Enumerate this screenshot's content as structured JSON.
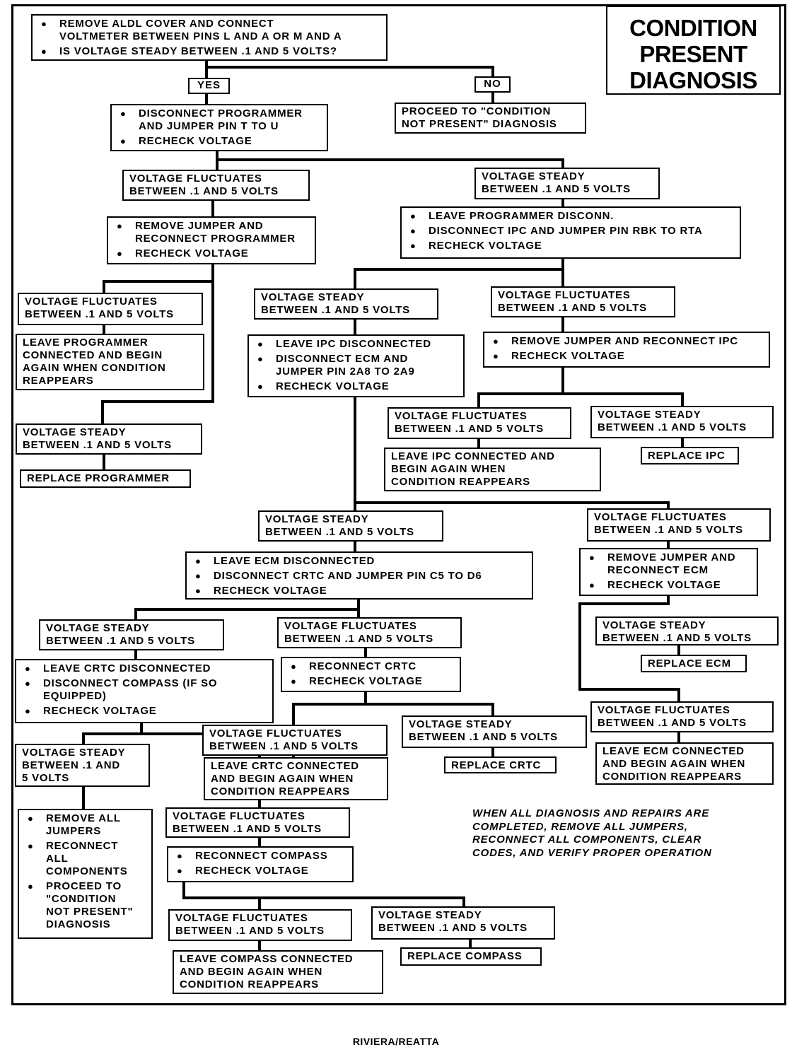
{
  "title": {
    "lines": [
      "CONDITION",
      "PRESENT",
      "DIAGNOSIS"
    ]
  },
  "footer": "RIVIERA/REATTA",
  "final_note": [
    "WHEN ALL DIAGNOSIS AND REPAIRS ARE",
    "COMPLETED, REMOVE ALL JUMPERS,",
    "RECONNECT ALL COMPONENTS, CLEAR",
    "CODES, AND VERIFY PROPER OPERATION"
  ],
  "labels": {
    "yes": "YES",
    "no": "NO"
  },
  "nodes": {
    "start": [
      [
        "REMOVE ALDL COVER AND CONNECT",
        "VOLTMETER BETWEEN PINS L AND A OR M AND A"
      ],
      [
        "IS VOLTAGE STEADY BETWEEN .1 AND 5 VOLTS?"
      ]
    ],
    "not_present": [
      "PROCEED TO \"CONDITION",
      "NOT PRESENT\" DIAGNOSIS"
    ],
    "disc_prog": [
      [
        "DISCONNECT PROGRAMMER",
        "AND JUMPER PIN T TO U"
      ],
      [
        "RECHECK VOLTAGE"
      ]
    ],
    "vf1": [
      "VOLTAGE FLUCTUATES",
      "BETWEEN .1 AND 5 VOLTS"
    ],
    "vs1": [
      "VOLTAGE STEADY",
      "BETWEEN .1 AND 5 VOLTS"
    ],
    "rem_jump_prog": [
      [
        "REMOVE JUMPER AND",
        "RECONNECT PROGRAMMER"
      ],
      [
        "RECHECK VOLTAGE"
      ]
    ],
    "leave_prog": [
      [
        "LEAVE PROGRAMMER DISCONN."
      ],
      [
        "DISCONNECT IPC AND JUMPER PIN RBK TO RTA"
      ],
      [
        "RECHECK VOLTAGE"
      ]
    ],
    "vf2": [
      "VOLTAGE FLUCTUATES",
      "BETWEEN .1 AND 5 VOLTS"
    ],
    "leave_prog_conn": [
      "LEAVE PROGRAMMER",
      "CONNECTED AND BEGIN",
      "AGAIN WHEN CONDITION",
      "REAPPEARS"
    ],
    "vs2": [
      "VOLTAGE STEADY",
      "BETWEEN .1 AND 5 VOLTS"
    ],
    "rep_prog": [
      "REPLACE PROGRAMMER"
    ],
    "vs3": [
      "VOLTAGE STEADY",
      "BETWEEN .1 AND 5 VOLTS"
    ],
    "vf3": [
      "VOLTAGE FLUCTUATES",
      "BETWEEN .1 AND 5 VOLTS"
    ],
    "leave_ipc": [
      [
        "LEAVE IPC DISCONNECTED"
      ],
      [
        "DISCONNECT ECM AND",
        "JUMPER PIN 2A8 TO 2A9"
      ],
      [
        "RECHECK VOLTAGE"
      ]
    ],
    "rem_jump_ipc": [
      [
        "REMOVE JUMPER AND RECONNECT IPC"
      ],
      [
        "RECHECK VOLTAGE"
      ]
    ],
    "vf4": [
      "VOLTAGE FLUCTUATES",
      "BETWEEN .1 AND 5 VOLTS"
    ],
    "vs4": [
      "VOLTAGE STEADY",
      "BETWEEN .1 AND 5 VOLTS"
    ],
    "leave_ipc_conn": [
      "LEAVE IPC CONNECTED AND",
      "BEGIN AGAIN WHEN",
      "CONDITION REAPPEARS"
    ],
    "rep_ipc": [
      "REPLACE IPC"
    ],
    "vs5": [
      "VOLTAGE STEADY",
      "BETWEEN .1 AND 5 VOLTS"
    ],
    "vf5": [
      "VOLTAGE FLUCTUATES",
      "BETWEEN .1 AND 5 VOLTS"
    ],
    "leave_ecm": [
      [
        "LEAVE ECM DISCONNECTED"
      ],
      [
        "DISCONNECT CRTC AND JUMPER PIN C5 TO D6"
      ],
      [
        "RECHECK VOLTAGE"
      ]
    ],
    "rem_jump_ecm": [
      [
        "REMOVE JUMPER AND",
        "RECONNECT ECM"
      ],
      [
        "RECHECK VOLTAGE"
      ]
    ],
    "vs6": [
      "VOLTAGE STEADY",
      "BETWEEN .1 AND 5 VOLTS"
    ],
    "vf6": [
      "VOLTAGE FLUCTUATES",
      "BETWEEN .1 AND 5 VOLTS"
    ],
    "vs_ecm": [
      "VOLTAGE STEADY",
      "BETWEEN .1 AND 5 VOLTS"
    ],
    "rep_ecm": [
      "REPLACE ECM"
    ],
    "leave_crtc": [
      [
        "LEAVE CRTC DISCONNECTED"
      ],
      [
        "DISCONNECT COMPASS (IF SO",
        "EQUIPPED)"
      ],
      [
        "RECHECK VOLTAGE"
      ]
    ],
    "reconn_crtc": [
      [
        "RECONNECT CRTC"
      ],
      [
        "RECHECK VOLTAGE"
      ]
    ],
    "vf_ecm": [
      "VOLTAGE FLUCTUATES",
      "BETWEEN .1 AND 5 VOLTS"
    ],
    "leave_ecm_conn": [
      "LEAVE ECM CONNECTED",
      "AND BEGIN AGAIN WHEN",
      "CONDITION REAPPEARS"
    ],
    "vf7": [
      "VOLTAGE FLUCTUATES",
      "BETWEEN .1 AND 5 VOLTS"
    ],
    "vs7": [
      "VOLTAGE STEADY",
      "BETWEEN .1 AND 5 VOLTS"
    ],
    "leave_crtc_conn": [
      "LEAVE CRTC CONNECTED",
      "AND BEGIN AGAIN WHEN",
      "CONDITION REAPPEARS"
    ],
    "rep_crtc": [
      "REPLACE CRTC"
    ],
    "vs8": [
      "VOLTAGE STEADY",
      "BETWEEN .1 AND",
      "5 VOLTS"
    ],
    "remove_all": [
      [
        "REMOVE ALL",
        "JUMPERS"
      ],
      [
        "RECONNECT",
        "ALL",
        "COMPONENTS"
      ],
      [
        "PROCEED TO",
        "\"CONDITION",
        "NOT PRESENT\"",
        "DIAGNOSIS"
      ]
    ],
    "vf8": [
      "VOLTAGE FLUCTUATES",
      "BETWEEN .1 AND 5 VOLTS"
    ],
    "reconn_comp": [
      [
        "RECONNECT COMPASS"
      ],
      [
        "RECHECK VOLTAGE"
      ]
    ],
    "vf9": [
      "VOLTAGE FLUCTUATES",
      "BETWEEN .1 AND 5 VOLTS"
    ],
    "vs9": [
      "VOLTAGE STEADY",
      "BETWEEN .1 AND 5 VOLTS"
    ],
    "leave_comp_conn": [
      "LEAVE COMPASS CONNECTED",
      "AND BEGIN AGAIN WHEN",
      "CONDITION REAPPEARS"
    ],
    "rep_comp": [
      "REPLACE COMPASS"
    ]
  }
}
